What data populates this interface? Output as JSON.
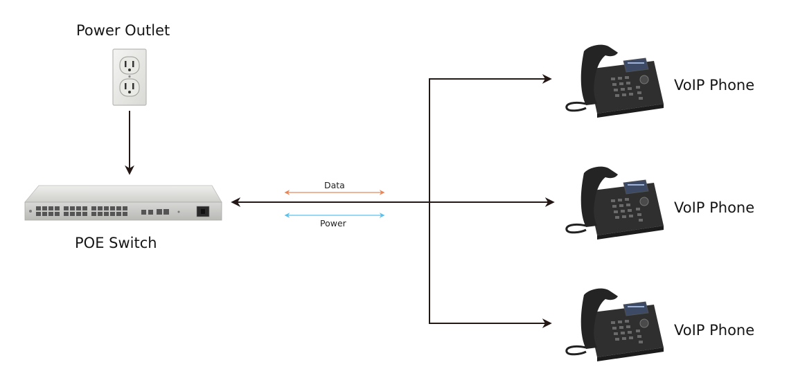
{
  "outlet": {
    "label": "Power Outlet"
  },
  "switch": {
    "label": "POE Switch"
  },
  "links": {
    "data_label": "Data",
    "power_label": "Power",
    "data_color": "#e8865a",
    "power_color": "#5bc0ea",
    "line_color": "#231815"
  },
  "phones": [
    {
      "label": "VoIP Phone"
    },
    {
      "label": "VoIP Phone"
    },
    {
      "label": "VoIP Phone"
    }
  ]
}
